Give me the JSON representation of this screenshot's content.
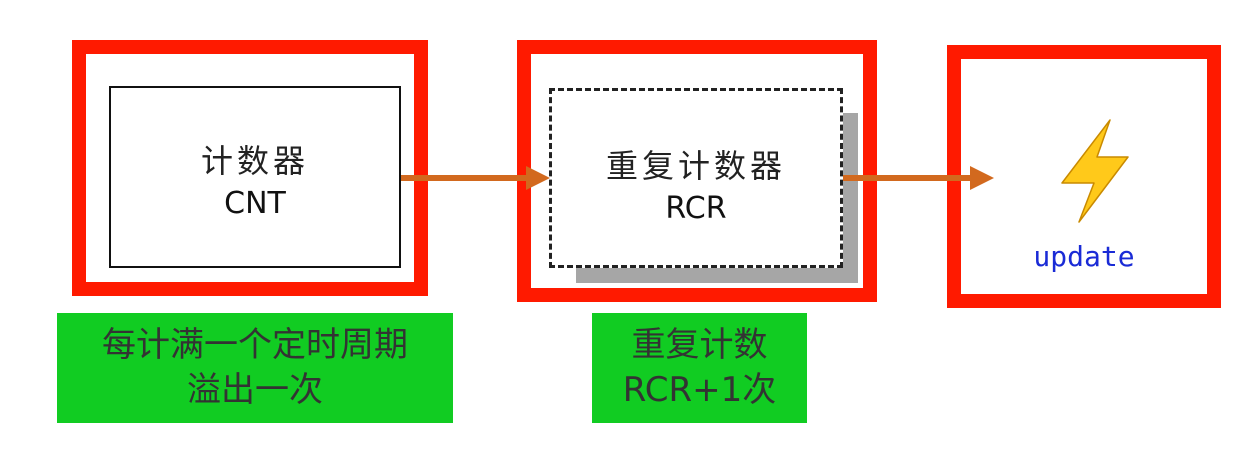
{
  "blocks": [
    {
      "title": "计数器",
      "subtitle": "CNT"
    },
    {
      "title": "重复计数器",
      "subtitle": "RCR"
    },
    {
      "label": "update",
      "icon": "lightning-bolt-icon"
    }
  ],
  "notes": [
    {
      "line1": "每计满一个定时周期",
      "line2": "溢出一次"
    },
    {
      "line1": "重复计数",
      "line2": "RCR+1次"
    }
  ],
  "colors": {
    "highlight": "#ff1a00",
    "note_bg": "#11cc22",
    "arrow": "#d2691e",
    "update_text": "#1a2bd6",
    "bolt": "#ffc91a"
  }
}
